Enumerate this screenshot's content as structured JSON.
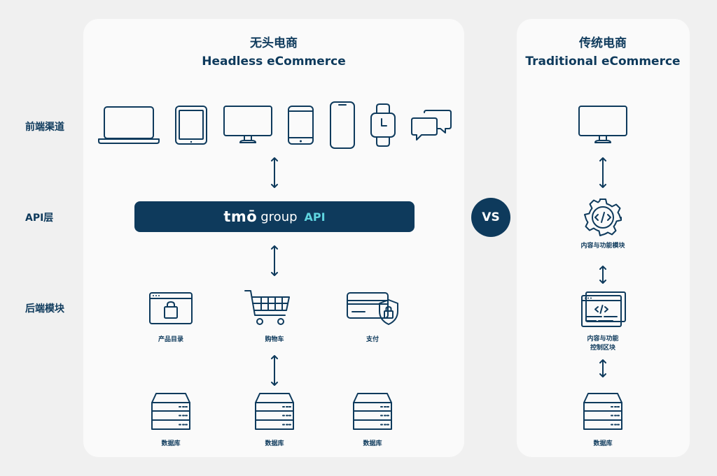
{
  "headless": {
    "title_cn": "无头电商",
    "title_en": "Headless eCommerce",
    "api_bar": {
      "brand_main": "tmō",
      "brand_group": "group",
      "api": "API"
    },
    "backend_modules": [
      {
        "label": "产品目录",
        "icon": "product-catalog-icon"
      },
      {
        "label": "购物车",
        "icon": "shopping-cart-icon"
      },
      {
        "label": "支付",
        "icon": "payment-card-icon"
      }
    ],
    "databases": [
      "数据库",
      "数据库",
      "数据库"
    ]
  },
  "rows": {
    "frontend": "前端渠道",
    "api": "API层",
    "backend": "后端模块"
  },
  "vs": "VS",
  "traditional": {
    "title_cn": "传统电商",
    "title_en": "Traditional eCommerce",
    "content_module": "内容与功能模块",
    "control_block_line1": "内容与功能",
    "control_block_line2": "控制区块",
    "database": "数据库"
  },
  "colors": {
    "navy": "#0e3a5c",
    "accent": "#5fd4e0",
    "panel": "#fafafa",
    "background": "#f0f0f0"
  }
}
